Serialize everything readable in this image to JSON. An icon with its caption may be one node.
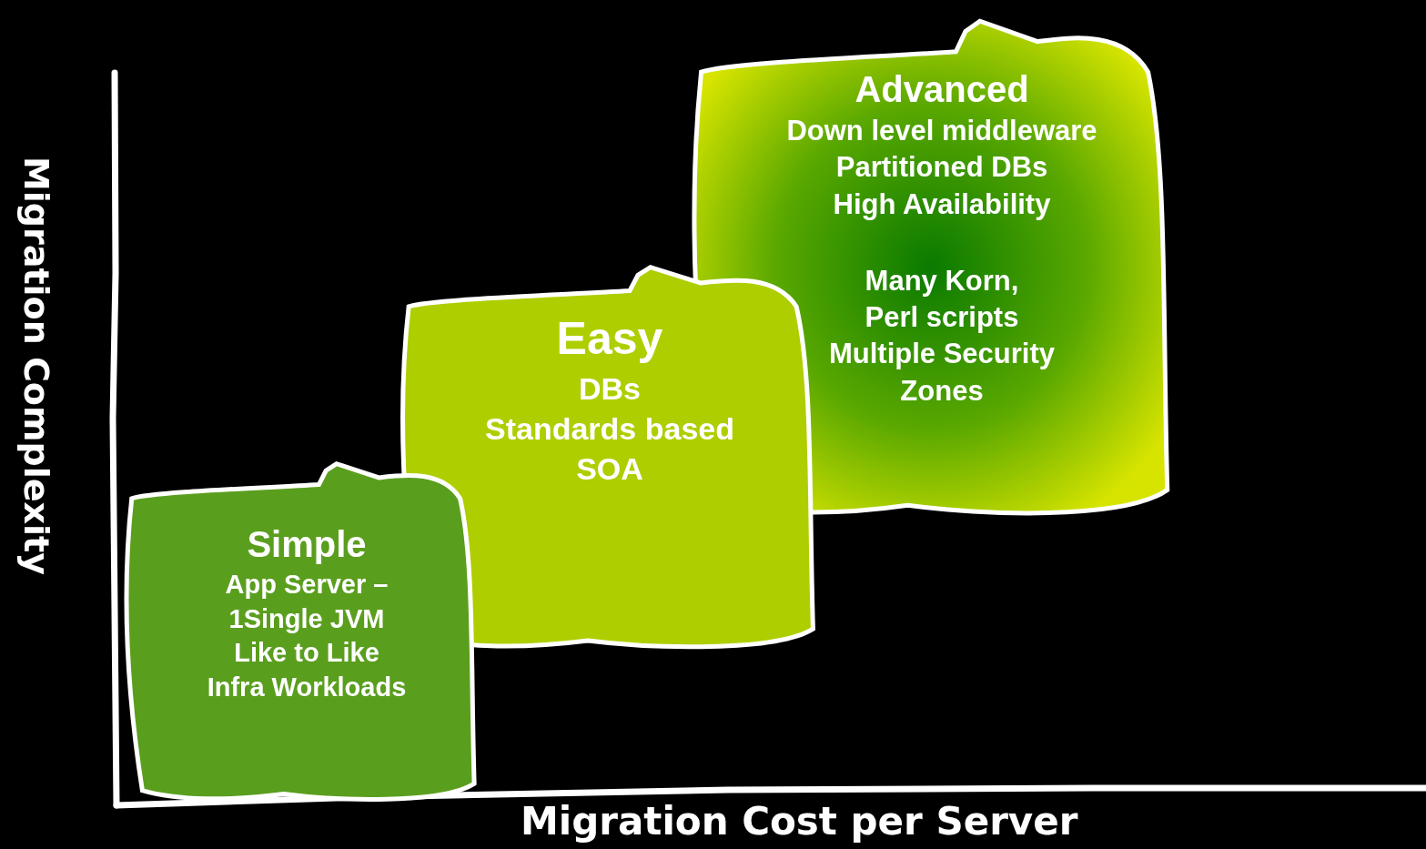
{
  "diagram": {
    "nodes": [
      {
        "text": [
          "Advanced",
          "Down level middleware",
          "Partitioned DBs",
          "High Availability",
          "Many Korn, Perl scripts",
          "Multiple Security Zones"
        ]
      },
      {
        "text": [
          "Easy",
          "DBs",
          "Standards based",
          "SOA"
        ]
      },
      {
        "text": [
          "Simple",
          "App Server – 1Single JVM",
          "Like to Like",
          "Infra Workloads"
        ]
      }
    ],
    "labels": [
      "Migration Complexity",
      "Migration Cost per Server"
    ]
  }
}
